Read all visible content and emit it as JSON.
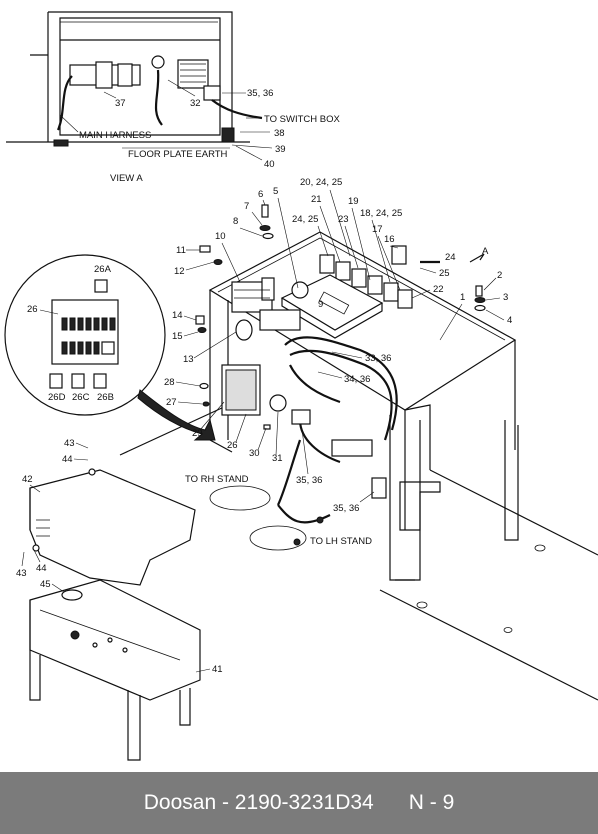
{
  "callouts": {
    "c37": "37",
    "c32": "32",
    "c3536a": "35, 36",
    "to_switch_box": "TO SWITCH BOX",
    "c38": "38",
    "main_harness": "MAIN HARNESS",
    "c39": "39",
    "floor_plate_earth": "FLOOR PLATE EARTH",
    "c40": "40",
    "view_a": "VIEW  A",
    "c202425": "20, 24, 25",
    "c5": "5",
    "c6": "6",
    "c7": "7",
    "c21": "21",
    "c19": "19",
    "c2425a": "24, 25",
    "c23": "23",
    "c182425": "18, 24, 25",
    "c8": "8",
    "c17": "17",
    "c16": "16",
    "c10": "10",
    "c11": "11",
    "c24": "24",
    "cA": "A",
    "c12": "12",
    "c25": "25",
    "c2": "2",
    "c26A": "26A",
    "c22": "22",
    "c3": "3",
    "c1": "1",
    "c26": "26",
    "c9": "9",
    "c4": "4",
    "c14": "14",
    "c15": "15",
    "c13": "13",
    "c3336": "33, 36",
    "c3436": "34, 36",
    "c28": "28",
    "c27": "27",
    "c26D": "26D",
    "c26C": "26C",
    "c26B": "26B",
    "c29": "29",
    "c26b": "26",
    "c30": "30",
    "c31": "31",
    "c43a": "43",
    "c44a": "44",
    "to_rh_stand": "TO RH STAND",
    "c3536b": "35, 36",
    "c42": "42",
    "c3536c": "35, 36",
    "to_lh_stand": "TO LH STAND",
    "c43b": "43",
    "c44b": "44",
    "c45": "45",
    "c41": "41"
  },
  "footer": {
    "brand": "Doosan - 2190-3231D34",
    "page": "N - 9"
  }
}
